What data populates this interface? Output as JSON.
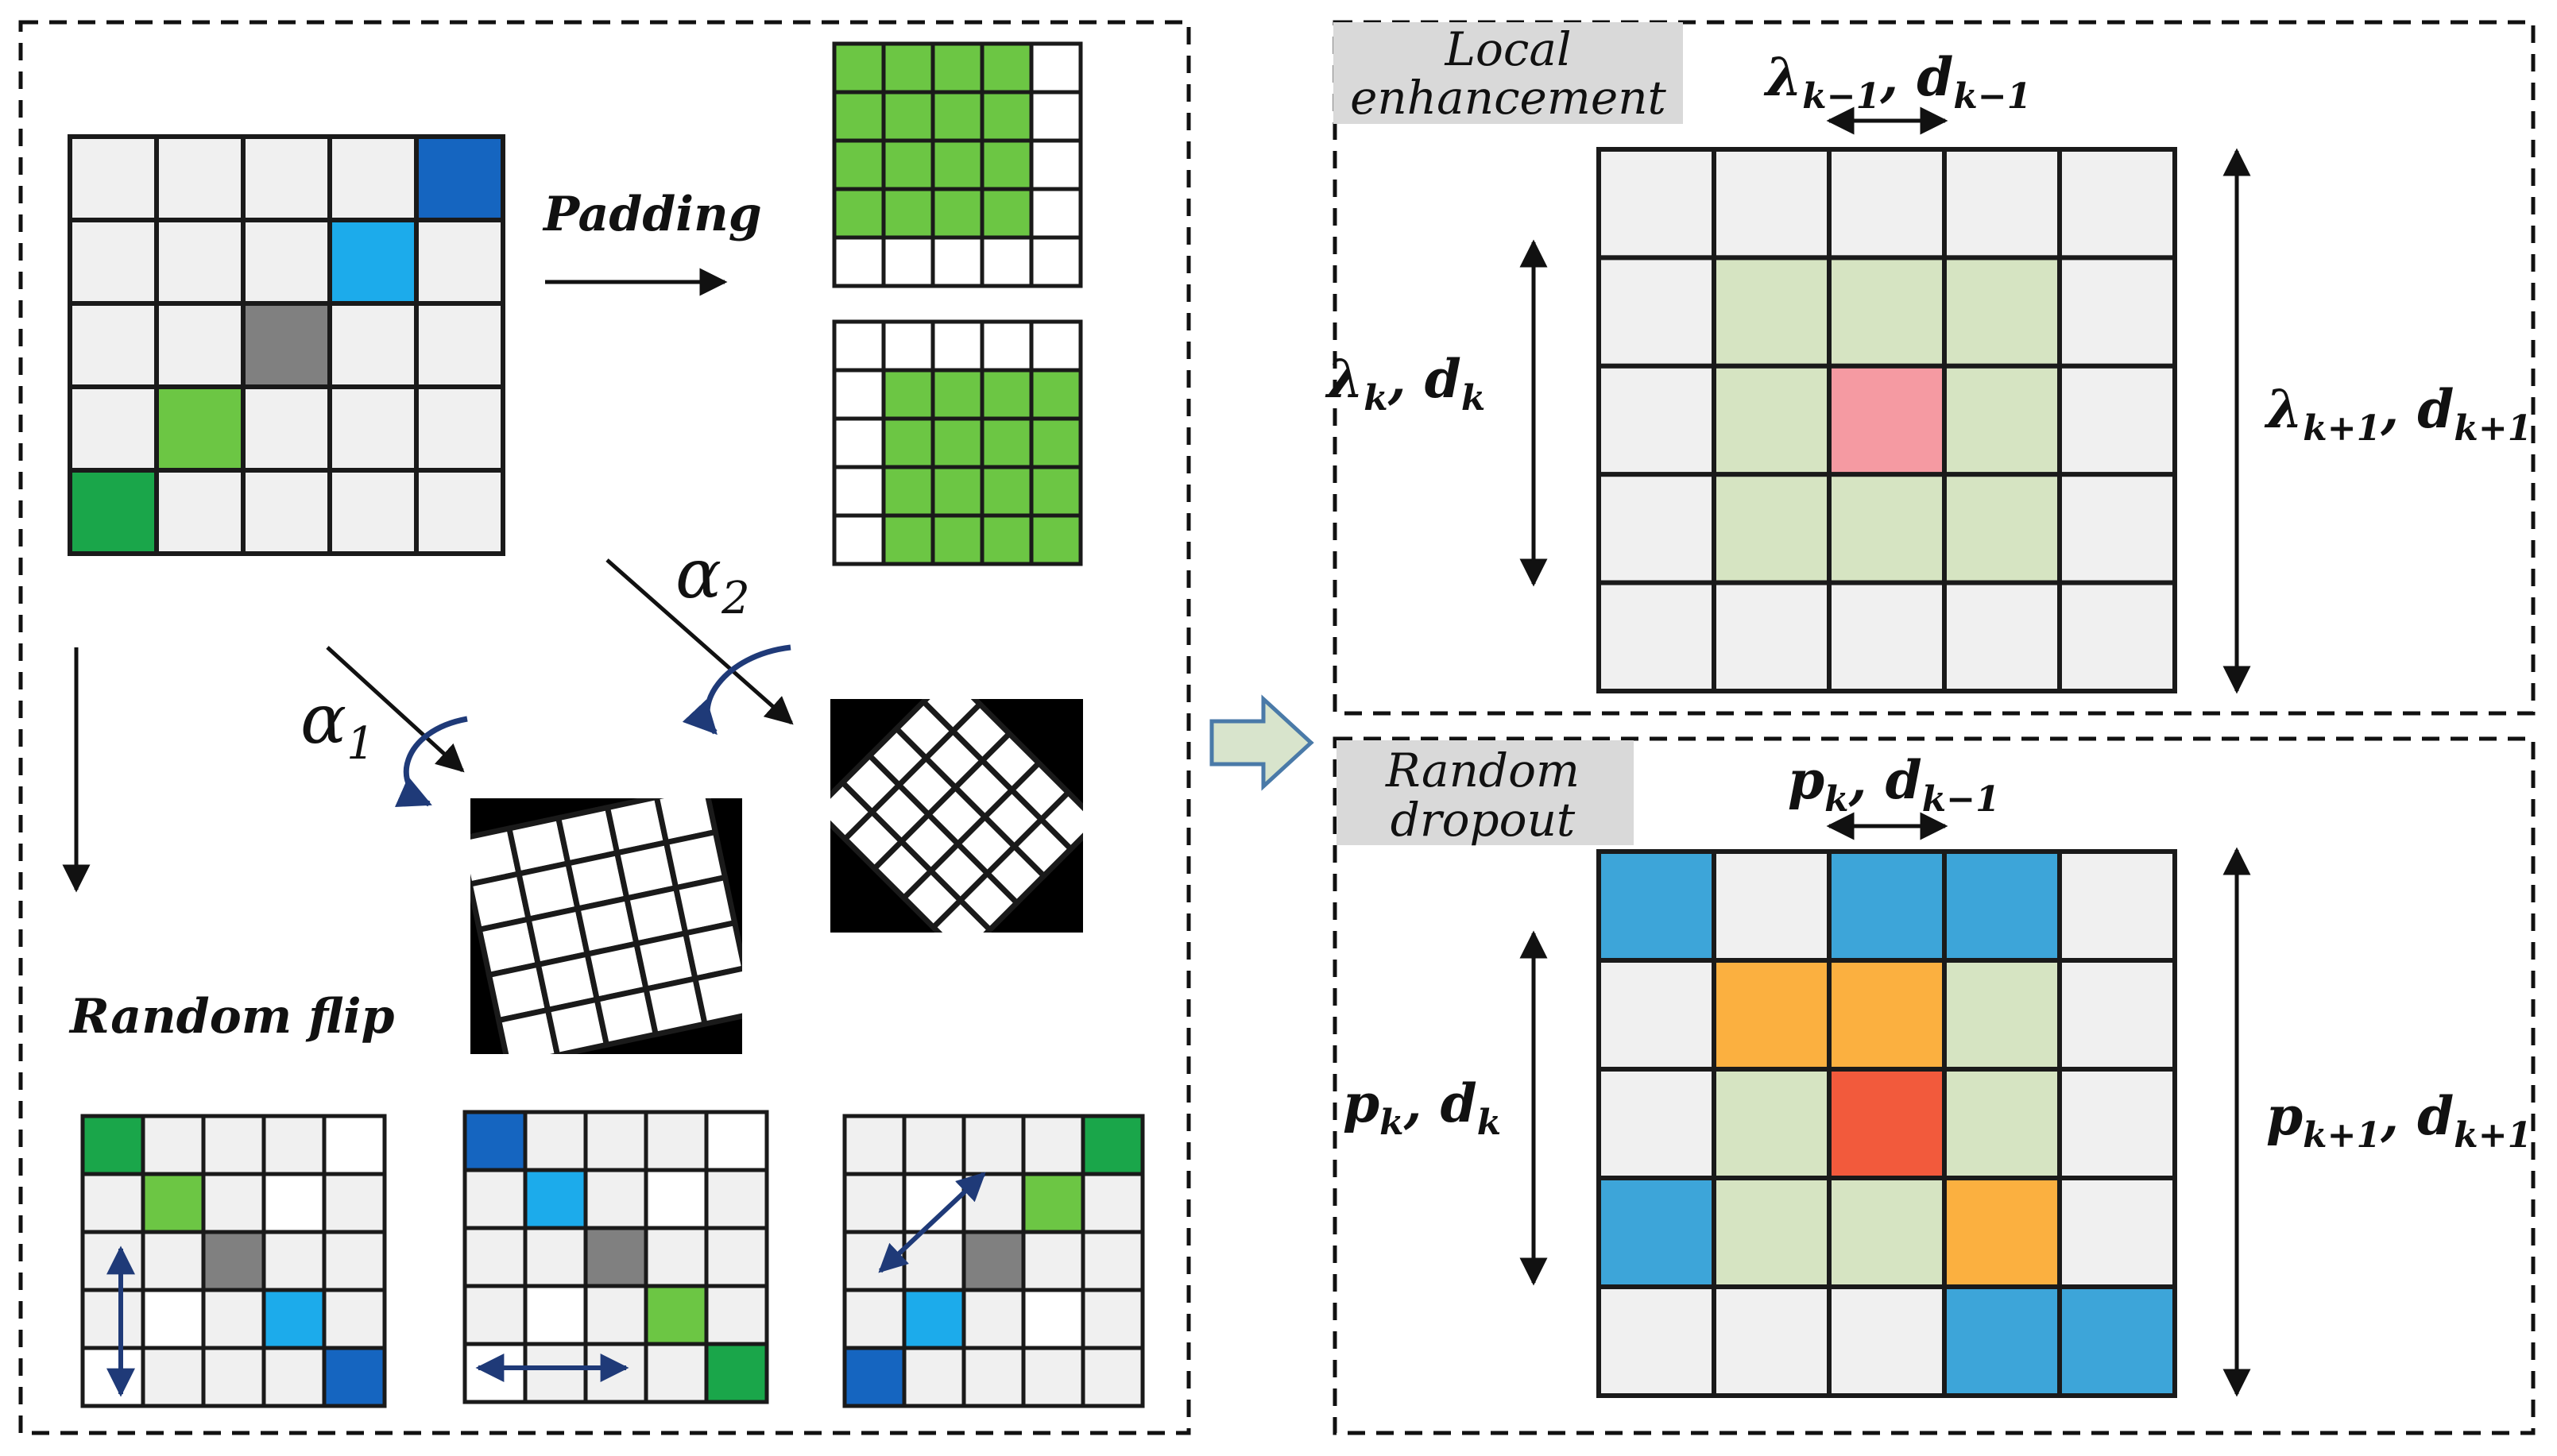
{
  "labels": {
    "padding": "Padding",
    "random_flip": "Random flip",
    "alpha1_base": "α",
    "alpha1_sub": "1",
    "alpha2_base": "α",
    "alpha2_sub": "2",
    "local_line1": "Local",
    "local_line2": "enhancement",
    "dropout_line1": "Random",
    "dropout_line2": "dropout",
    "lam_km1_base": "λ",
    "lam_km1_sub": "k−1",
    "d_km1_base": "d",
    "d_km1_sub": "k−1",
    "lam_k_base": "λ",
    "lam_k_sub": "k",
    "d_k_base": "d",
    "d_k_sub": "k",
    "lam_kp1_base": "λ",
    "lam_kp1_sub": "k+1",
    "d_kp1_base": "d",
    "d_kp1_sub": "k+1",
    "p_k_base": "p",
    "p_k_sub": "k",
    "p_kp1_base": "p",
    "p_kp1_sub": "k+1",
    "comma": ","
  },
  "colors": {
    "cell_gray": "#f0f0f0",
    "grid_line": "#1a1a1a",
    "dark_blue": "#1565c0",
    "light_blue": "#1cabeb",
    "mid_gray": "#808080",
    "light_green": "#6cc644",
    "dark_green": "#1aa64a",
    "pad_green": "#6cc644",
    "pale_green": "#d6e4c2",
    "pink": "#f59aa2",
    "steel_blue": "#3da5d9",
    "orange": "#fbb040",
    "red_orange": "#f25a3c",
    "arrow_navy": "#1f3a78",
    "big_arrow_fill": "#d8e4cc",
    "big_arrow_stroke": "#4a7aa8",
    "tag_bg": "#d9d9d9"
  },
  "grids": {
    "main": [
      [
        "gray",
        "gray",
        "gray",
        "gray",
        "dark_blue"
      ],
      [
        "gray",
        "gray",
        "gray",
        "light_blue",
        "gray"
      ],
      [
        "gray",
        "gray",
        "mid_gray",
        "gray",
        "gray"
      ],
      [
        "gray",
        "light_green",
        "gray",
        "gray",
        "gray"
      ],
      [
        "dark_green",
        "gray",
        "gray",
        "gray",
        "gray"
      ]
    ],
    "flip_vertical": [
      [
        "dark_green",
        "gray",
        "gray",
        "gray",
        "white"
      ],
      [
        "gray",
        "light_green",
        "gray",
        "white",
        "gray"
      ],
      [
        "gray",
        "gray",
        "mid_gray",
        "gray",
        "gray"
      ],
      [
        "gray",
        "white",
        "gray",
        "light_blue",
        "gray"
      ],
      [
        "white",
        "gray",
        "gray",
        "gray",
        "dark_blue"
      ]
    ],
    "flip_horizontal": [
      [
        "dark_blue",
        "gray",
        "gray",
        "gray",
        "white"
      ],
      [
        "gray",
        "light_blue",
        "gray",
        "white",
        "gray"
      ],
      [
        "gray",
        "gray",
        "mid_gray",
        "gray",
        "gray"
      ],
      [
        "gray",
        "white",
        "gray",
        "light_green",
        "gray"
      ],
      [
        "white",
        "gray",
        "gray",
        "gray",
        "dark_green"
      ]
    ],
    "flip_diagonal": [
      [
        "gray",
        "gray",
        "gray",
        "gray",
        "dark_green"
      ],
      [
        "gray",
        "white",
        "gray",
        "light_green",
        "gray"
      ],
      [
        "gray",
        "gray",
        "mid_gray",
        "gray",
        "gray"
      ],
      [
        "gray",
        "light_blue",
        "gray",
        "white",
        "gray"
      ],
      [
        "dark_blue",
        "gray",
        "gray",
        "gray",
        "gray"
      ]
    ],
    "local": [
      [
        "gray",
        "gray",
        "gray",
        "gray",
        "gray"
      ],
      [
        "gray",
        "pale_green",
        "pale_green",
        "pale_green",
        "gray"
      ],
      [
        "gray",
        "pale_green",
        "pink",
        "pale_green",
        "gray"
      ],
      [
        "gray",
        "pale_green",
        "pale_green",
        "pale_green",
        "gray"
      ],
      [
        "gray",
        "gray",
        "gray",
        "gray",
        "gray"
      ]
    ],
    "dropout": [
      [
        "steel_blue",
        "gray",
        "steel_blue",
        "steel_blue",
        "gray"
      ],
      [
        "gray",
        "orange",
        "orange",
        "pale_green",
        "gray"
      ],
      [
        "gray",
        "pale_green",
        "red_orange",
        "pale_green",
        "gray"
      ],
      [
        "steel_blue",
        "pale_green",
        "pale_green",
        "orange",
        "gray"
      ],
      [
        "gray",
        "gray",
        "gray",
        "steel_blue",
        "steel_blue"
      ]
    ],
    "pad_top": [
      [
        "pad_green",
        "pad_green",
        "pad_green",
        "pad_green",
        "white"
      ],
      [
        "pad_green",
        "pad_green",
        "pad_green",
        "pad_green",
        "white"
      ],
      [
        "pad_green",
        "pad_green",
        "pad_green",
        "pad_green",
        "white"
      ],
      [
        "pad_green",
        "pad_green",
        "pad_green",
        "pad_green",
        "white"
      ],
      [
        "white",
        "white",
        "white",
        "white",
        "white"
      ]
    ],
    "pad_bottom": [
      [
        "white",
        "white",
        "white",
        "white",
        "white"
      ],
      [
        "white",
        "pad_green",
        "pad_green",
        "pad_green",
        "pad_green"
      ],
      [
        "white",
        "pad_green",
        "pad_green",
        "pad_green",
        "pad_green"
      ],
      [
        "white",
        "pad_green",
        "pad_green",
        "pad_green",
        "pad_green"
      ],
      [
        "white",
        "pad_green",
        "pad_green",
        "pad_green",
        "pad_green"
      ]
    ],
    "rotated": [
      [
        "white",
        "white",
        "white",
        "white",
        "white"
      ],
      [
        "white",
        "white",
        "white",
        "white",
        "white"
      ],
      [
        "white",
        "white",
        "white",
        "white",
        "white"
      ],
      [
        "white",
        "white",
        "white",
        "white",
        "white"
      ],
      [
        "white",
        "white",
        "white",
        "white",
        "white"
      ]
    ]
  },
  "rotations": {
    "alpha1_degrees": -12,
    "alpha2_degrees": 45
  }
}
